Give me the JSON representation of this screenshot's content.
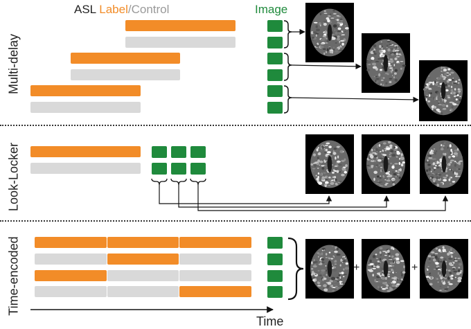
{
  "header": {
    "asl": "ASL",
    "label": "Label",
    "slash": "/",
    "control": "Control",
    "image": "Image"
  },
  "sections": {
    "multi_delay": "Multi-delay",
    "look_locker": "Look-Locker",
    "time_encoded": "Time-encoded"
  },
  "time_axis": {
    "label": "Time"
  },
  "operators": {
    "plus": "+"
  },
  "colors": {
    "label": "#F28C28",
    "control": "#D9D9D9",
    "image": "#1F8A3C",
    "text": "#222222",
    "brain_bg": "#000000"
  },
  "icons": {
    "brain": "brain-mri-image",
    "brace": "curly-brace",
    "arrow": "arrow-right"
  }
}
